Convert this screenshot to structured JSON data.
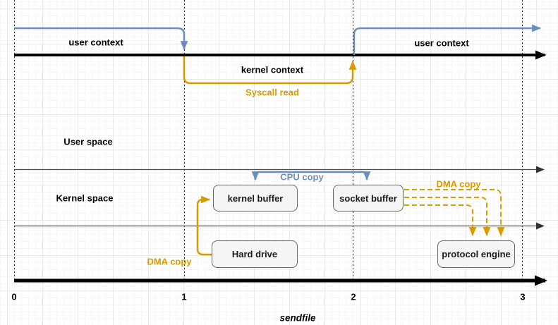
{
  "colors": {
    "blue": "#6C8EBF",
    "orange": "#D79B00",
    "box_fill": "#F5F5F5",
    "box_border": "#666666",
    "line": "#000000"
  },
  "timeline": {
    "user_context_left": "user context",
    "kernel_context": "kernel context",
    "syscall_read": "Syscall read",
    "user_context_right": "user context"
  },
  "spaces": {
    "user": "User space",
    "kernel": "Kernel space"
  },
  "copy_labels": {
    "cpu": "CPU copy",
    "dma_right": "DMA copy",
    "dma_left": "DMA copy"
  },
  "boxes": {
    "kernel_buffer": "kernel buffer",
    "socket_buffer": "socket buffer",
    "hard_drive": "Hard drive",
    "protocol_engine": "protocol engine"
  },
  "axis": {
    "ticks": [
      "0",
      "1",
      "2",
      "3"
    ],
    "label": "sendfile"
  }
}
